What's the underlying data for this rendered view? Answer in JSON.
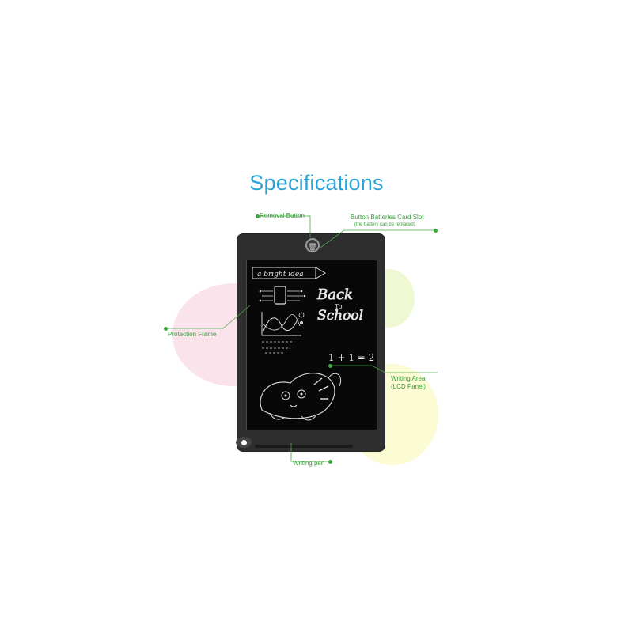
{
  "title": "Specifications",
  "labels": {
    "removal_button": "Removal Button",
    "battery_slot": "Button Batteries Card Slot",
    "battery_note": "(the battery can be replaced)",
    "protection_frame": "Protection Frame",
    "writing_area_1": "Writing Area",
    "writing_area_2": "(LCD Panel)",
    "writing_pen": "Writing pen"
  },
  "screen_art": {
    "pencil_text": "a bright idea",
    "back_to_school_1": "Back",
    "back_to_school_2": "To",
    "back_to_school_3": "School",
    "equation": "1 + 1 = 2"
  },
  "colors": {
    "title": "#2aa3d8",
    "label": "#3a9b3a",
    "tablet": "#2e2e2e",
    "screen": "#080808"
  }
}
